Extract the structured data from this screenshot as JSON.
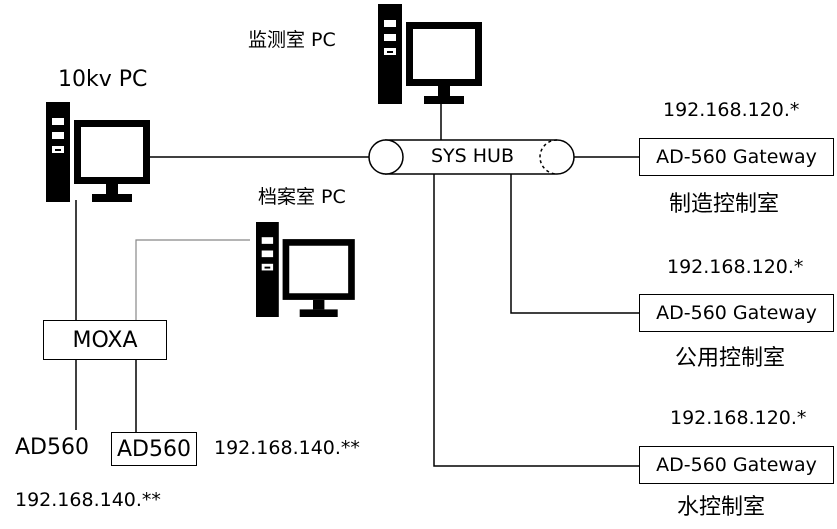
{
  "pcs": {
    "monitor_room": "监测室 PC",
    "kv10": "10kv PC",
    "archive_room": "档案室 PC"
  },
  "hub": {
    "label": "SYS HUB"
  },
  "gateways": [
    {
      "ip": "192.168.120.*",
      "label": "AD-560 Gateway",
      "room": "制造控制室"
    },
    {
      "ip": "192.168.120.*",
      "label": "AD-560 Gateway",
      "room": "公用控制室"
    },
    {
      "ip": "192.168.120.*",
      "label": "AD-560 Gateway",
      "room": "水控制室"
    }
  ],
  "moxa": {
    "label": "MOXA"
  },
  "devices": [
    {
      "label": "AD560",
      "ip": "192.168.140.**"
    },
    {
      "label": "AD560",
      "ip": "192.168.140.**"
    }
  ]
}
